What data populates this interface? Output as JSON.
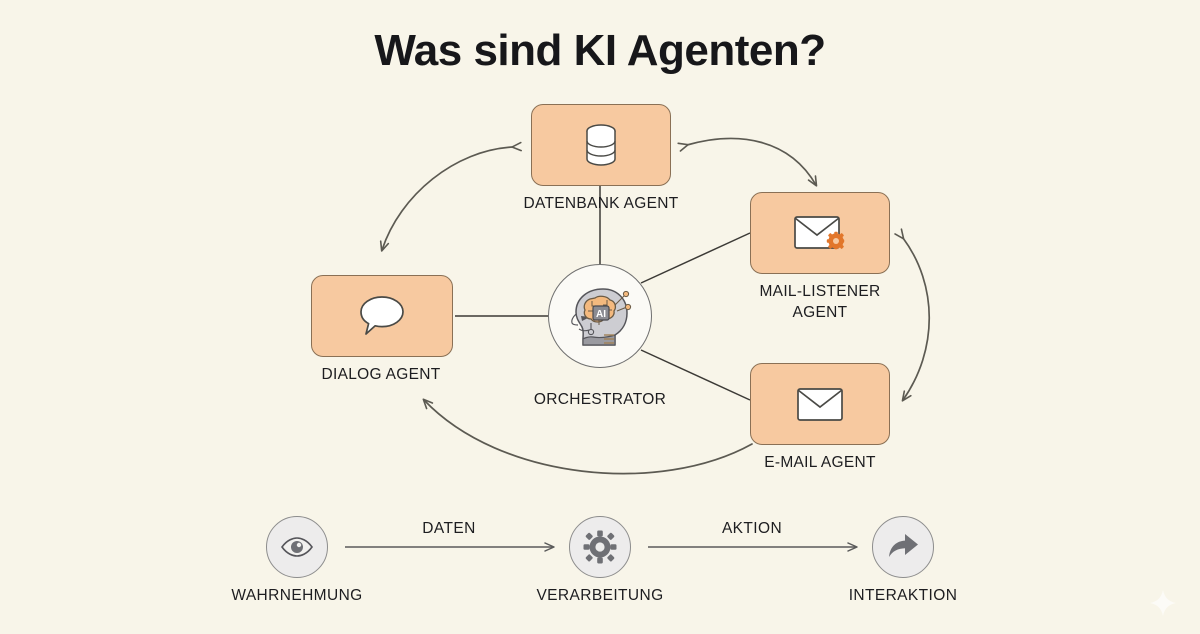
{
  "page": {
    "title": "Was sind KI Agenten?",
    "background_color": "#f8f5e9",
    "box_fill_color": "#f7c9a0",
    "box_border_color": "#8a7055",
    "accent_orange": "#e2762a",
    "text_color": "#1d1d20"
  },
  "orchestrator": {
    "label": "ORCHESTRATOR",
    "icon": "ai-head-brain-icon",
    "chip_text": "AI"
  },
  "agents": [
    {
      "id": "datenbank",
      "label": "DATENBANK AGENT",
      "icon": "database-icon"
    },
    {
      "id": "mail-listener",
      "label": "MAIL-LISTENER AGENT",
      "label_line1": "MAIL-LISTENER",
      "label_line2": "AGENT",
      "icon": "envelope-gear-icon"
    },
    {
      "id": "email",
      "label": "E-MAIL AGENT",
      "icon": "envelope-icon"
    },
    {
      "id": "dialog",
      "label": "DIALOG AGENT",
      "icon": "speech-bubble-icon"
    }
  ],
  "flow": {
    "steps": [
      {
        "id": "wahrnehmung",
        "label": "WAHRNEHMUNG",
        "icon": "eye-icon"
      },
      {
        "id": "verarbeitung",
        "label": "VERARBEITUNG",
        "icon": "gear-icon"
      },
      {
        "id": "interaktion",
        "label": "INTERAKTION",
        "icon": "share-arrow-icon"
      }
    ],
    "arrows": [
      {
        "id": "daten",
        "label": "DATEN"
      },
      {
        "id": "aktion",
        "label": "AKTION"
      }
    ]
  },
  "watermark": {
    "icon": "sparkle-icon"
  }
}
